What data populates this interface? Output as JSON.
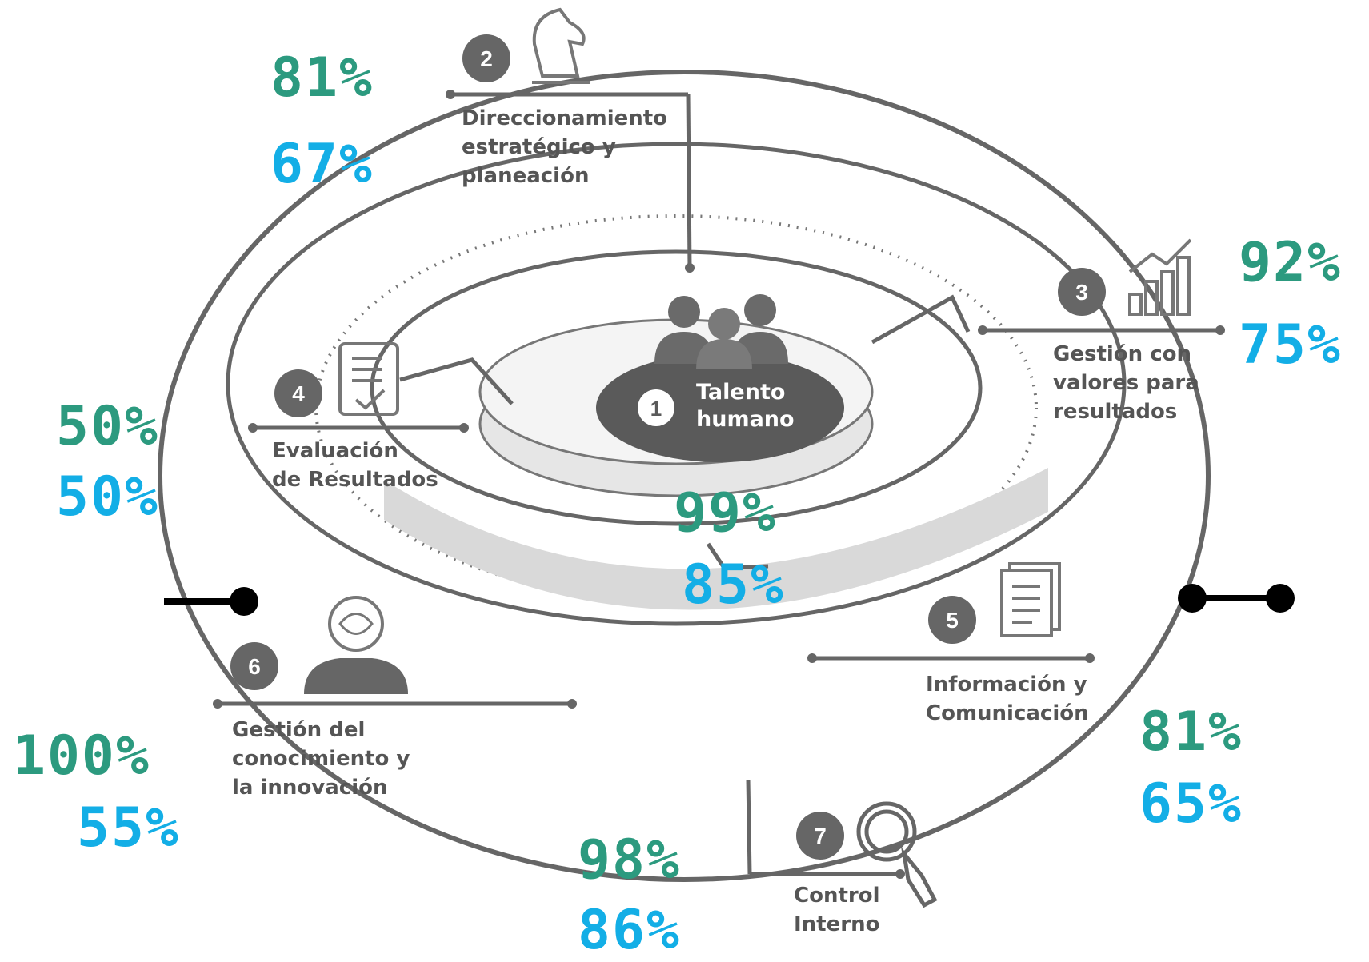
{
  "center": {
    "number": "1",
    "label_lines": [
      "Talento",
      "humano"
    ],
    "pct_a": "99%",
    "pct_b": "85%"
  },
  "dimensions": [
    {
      "number": "2",
      "label_lines": [
        "Direccionamiento",
        "estratégico y",
        "planeación"
      ],
      "pct_a": "81%",
      "pct_b": "67%",
      "icon": "chess-knight-icon"
    },
    {
      "number": "3",
      "label_lines": [
        "Gestión con",
        "valores para",
        "resultados"
      ],
      "pct_a": "92%",
      "pct_b": "75%",
      "icon": "bar-chart-icon"
    },
    {
      "number": "4",
      "label_lines": [
        "Evaluación",
        "de Resultados"
      ],
      "pct_a": "50%",
      "pct_b": "50%",
      "icon": "checklist-icon"
    },
    {
      "number": "5",
      "label_lines": [
        "Información y",
        "Comunicación"
      ],
      "pct_a": "81%",
      "pct_b": "65%",
      "icon": "documents-icon"
    },
    {
      "number": "6",
      "label_lines": [
        "Gestión del",
        "conocimiento y",
        "la innovación"
      ],
      "pct_a": "100%",
      "pct_b": "55%",
      "icon": "brain-head-icon"
    },
    {
      "number": "7",
      "label_lines": [
        "Control",
        "Interno"
      ],
      "pct_a": "98%",
      "pct_b": "86%",
      "icon": "magnifier-icon"
    }
  ],
  "colors": {
    "pct_a": "#2c9a7f",
    "pct_b": "#13aee6",
    "diagram_gray": "#666666",
    "label_gray": "#555555"
  }
}
